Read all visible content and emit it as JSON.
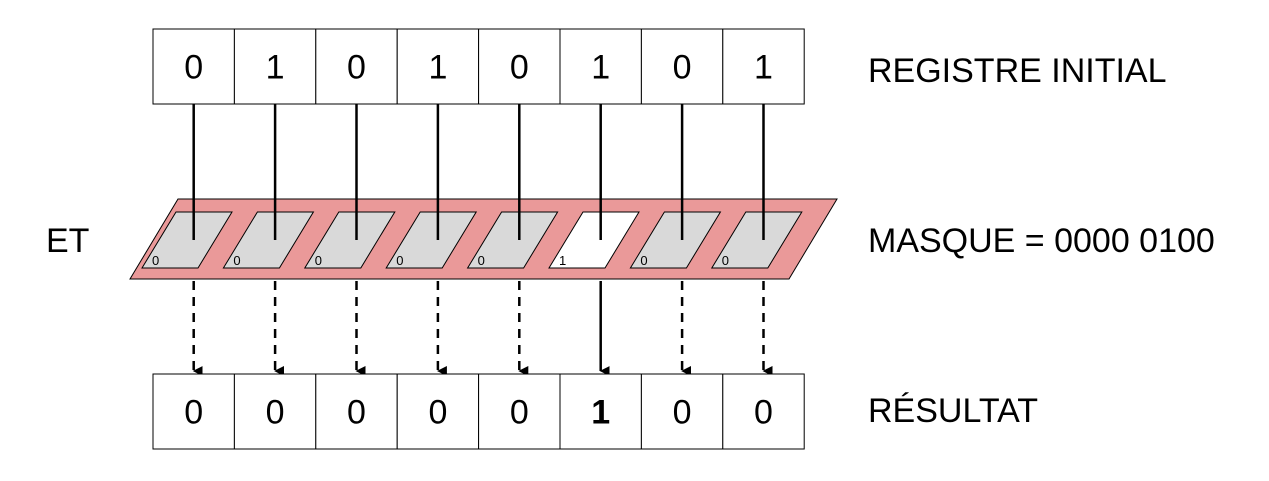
{
  "operator_label": "ET",
  "initial_register": {
    "label": "REGISTRE INITIAL",
    "bits": [
      "0",
      "1",
      "0",
      "1",
      "0",
      "1",
      "0",
      "1"
    ]
  },
  "mask": {
    "label": "MASQUE = 0000 0100",
    "bits": [
      "0",
      "0",
      "0",
      "0",
      "0",
      "1",
      "0",
      "0"
    ]
  },
  "result": {
    "label": "RÉSULTAT",
    "bits": [
      "0",
      "0",
      "0",
      "0",
      "0",
      "1",
      "0",
      "0"
    ],
    "highlight_index": 5,
    "highlight_color": "#c00000"
  },
  "colors": {
    "mask_band": "#ea9999",
    "mask_window_off": "#d9d9d9",
    "mask_window_on": "#ffffff",
    "stroke": "#000000"
  }
}
